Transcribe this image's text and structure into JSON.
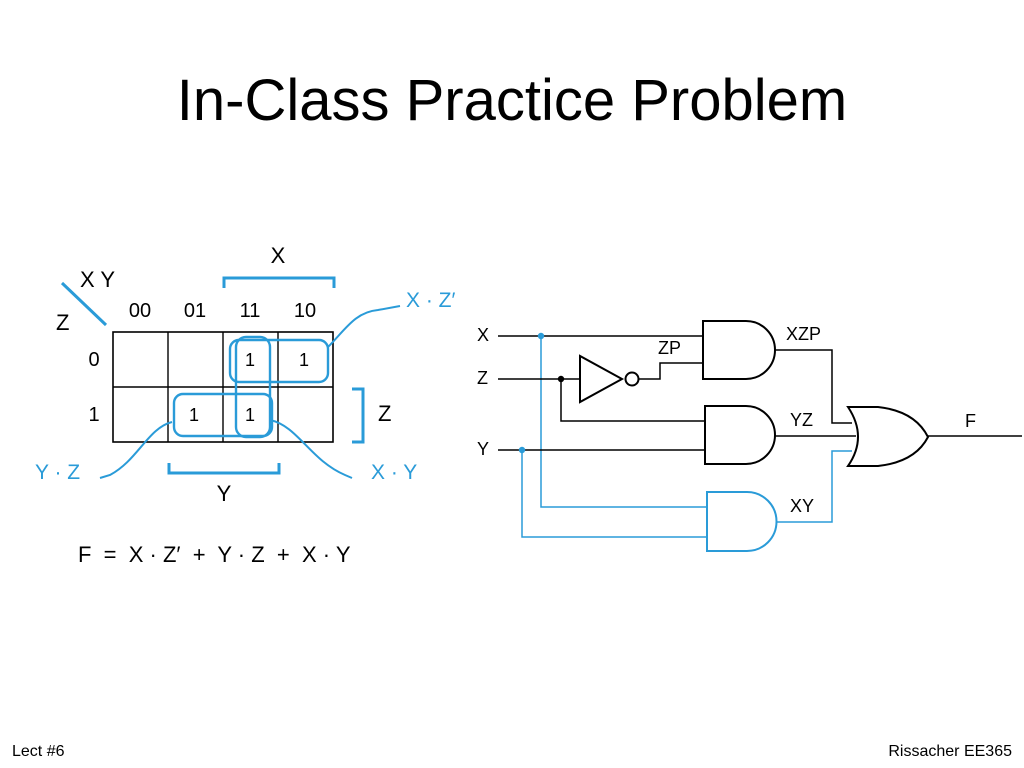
{
  "slide": {
    "title": "In-Class Practice Problem",
    "footer_left": "Lect #6",
    "footer_right": "Rissacher EE365"
  },
  "kmap": {
    "row_var": "Z",
    "col_vars": "X Y",
    "col_headers": [
      "00",
      "01",
      "11",
      "10"
    ],
    "row_headers": [
      "0",
      "1"
    ],
    "cells": [
      [
        "",
        "",
        "1",
        "1"
      ],
      [
        "",
        "1",
        "1",
        ""
      ]
    ],
    "bracket_x": "X",
    "bracket_y": "Y",
    "bracket_z": "Z",
    "term_xz": "X · Z′",
    "term_yz": "Y · Z",
    "term_xy": "X · Y",
    "equation": "F  =  X · Z′  +  Y · Z  +  X · Y"
  },
  "circuit": {
    "inputs": [
      "X",
      "Z",
      "Y"
    ],
    "signals": [
      "ZP",
      "XZP",
      "YZ",
      "XY"
    ],
    "output": "F"
  },
  "colors": {
    "highlight": "#2a9bd8",
    "ink": "#000000",
    "background": "#ffffff"
  }
}
